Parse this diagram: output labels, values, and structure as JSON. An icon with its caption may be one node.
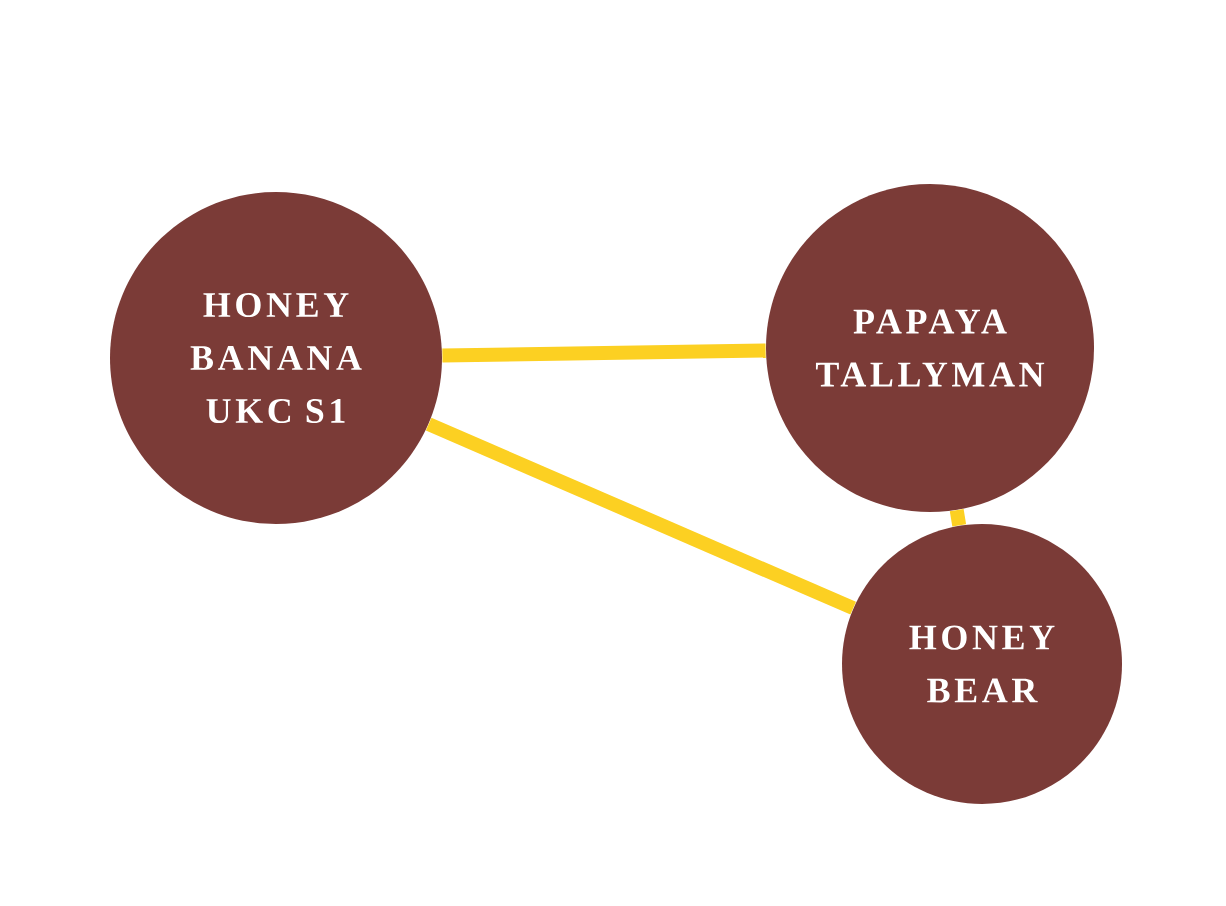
{
  "diagram": {
    "nodes": [
      {
        "text": [
          "HONEY BANANA UKC S1"
        ]
      },
      {
        "text": [
          "PAPAYA TALLYMAN"
        ]
      },
      {
        "text": [
          "HONEY BEAR"
        ]
      }
    ],
    "edges": [
      {
        "from": 0,
        "to": 1,
        "arrow": "none"
      },
      {
        "from": 0,
        "to": 2,
        "arrow": "none"
      },
      {
        "from": 1,
        "to": 2,
        "arrow": "none"
      }
    ]
  }
}
